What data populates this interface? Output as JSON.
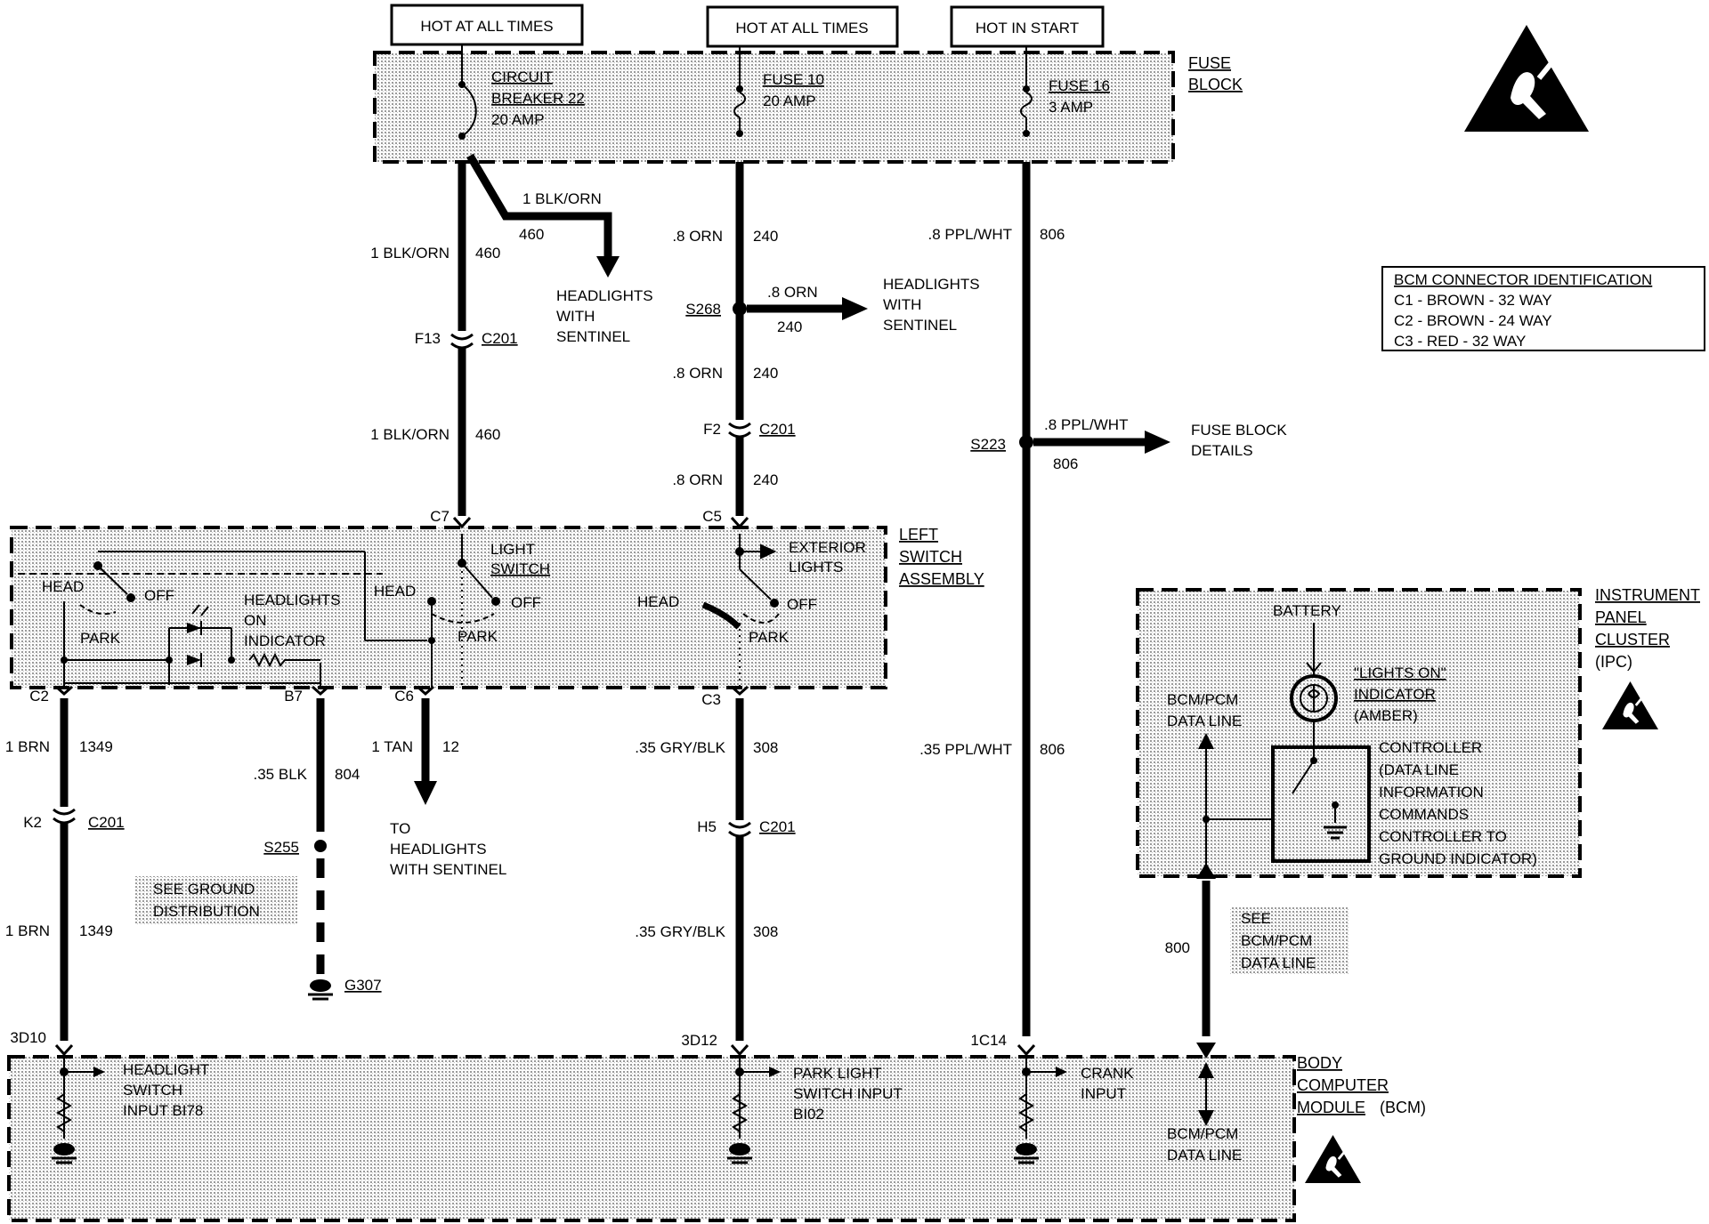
{
  "power_sources": [
    {
      "id": "hot1",
      "text": "HOT AT ALL TIMES"
    },
    {
      "id": "hot2",
      "text": "HOT AT ALL TIMES"
    },
    {
      "id": "start",
      "text": "HOT IN START"
    }
  ],
  "fuse_block": {
    "title_1": "FUSE",
    "title_2": "BLOCK",
    "cb22": [
      "CIRCUIT",
      "BREAKER 22",
      "20 AMP"
    ],
    "fuse10": [
      "FUSE 10",
      "20 AMP"
    ],
    "fuse16": [
      "FUSE 16",
      "3 AMP"
    ]
  },
  "bcm_connector_id": {
    "title": "BCM CONNECTOR IDENTIFICATION",
    "rows": [
      "C1 - BROWN - 32 WAY",
      "C2 - BROWN - 24 WAY",
      "C3 - RED - 32 WAY"
    ]
  },
  "wires": {
    "w460_branch_wire": "1 BLK/ORN",
    "w460_branch_num": "460",
    "w460_a_wire": "1 BLK/ORN",
    "w460_a_num": "460",
    "w460_b_wire": "1 BLK/ORN",
    "w460_b_num": "460",
    "w240_a_wire": ".8 ORN",
    "w240_a_num": "240",
    "w240_branch_wire": ".8 ORN",
    "w240_branch_num": "240",
    "w240_b_wire": ".8 ORN",
    "w240_b_num": "240",
    "w240_c_wire": ".8 ORN",
    "w240_c_num": "240",
    "w806_a_wire": ".8 PPL/WHT",
    "w806_a_num": "806",
    "w806_branch_wire": ".8 PPL/WHT",
    "w806_branch_num": "806",
    "w806_b_wire": ".35 PPL/WHT",
    "w806_b_num": "806",
    "w1349_a_wire": "1 BRN",
    "w1349_a_num": "1349",
    "w1349_b_wire": "1 BRN",
    "w1349_b_num": "1349",
    "w804_wire": ".35 BLK",
    "w804_num": "804",
    "w12_wire": "1 TAN",
    "w12_num": "12",
    "w308_a_wire": ".35 GRY/BLK",
    "w308_a_num": "308",
    "w308_b_wire": ".35 GRY/BLK",
    "w308_b_num": "308",
    "w800_num": "800"
  },
  "destinations": {
    "headlights_sentinel_1": [
      "HEADLIGHTS",
      "WITH",
      "SENTINEL"
    ],
    "headlights_sentinel_2": [
      "HEADLIGHTS",
      "WITH",
      "SENTINEL"
    ],
    "fuse_block_details": [
      "FUSE BLOCK",
      "DETAILS"
    ],
    "to_headlights": [
      "TO",
      "HEADLIGHTS",
      "WITH SENTINEL"
    ],
    "see_ground": [
      "SEE GROUND",
      "DISTRIBUTION"
    ],
    "see_bcm": [
      "SEE",
      "BCM/PCM",
      "DATA LINE"
    ]
  },
  "splices": {
    "s268": "S268",
    "s223": "S223",
    "s255": "S255",
    "g307": "G307"
  },
  "connectors": {
    "f13": "F13",
    "c201_a": "C201",
    "f2": "F2",
    "c201_b": "C201",
    "k2": "K2",
    "c201_c": "C201",
    "h5": "H5",
    "c201_d": "C201",
    "c7": "C7",
    "c5": "C5",
    "c2": "C2",
    "b7": "B7",
    "c6": "C6",
    "c3": "C3",
    "p3d10": "3D10",
    "p3d12": "3D12",
    "p1c14": "1C14"
  },
  "left_switch": {
    "title": [
      "LEFT",
      "SWITCH",
      "ASSEMBLY"
    ],
    "light_switch": [
      "LIGHT",
      "SWITCH"
    ],
    "exterior_lights": [
      "EXTERIOR",
      "LIGHTS"
    ],
    "head": "HEAD",
    "off": "OFF",
    "park": "PARK",
    "indicator": [
      "HEADLIGHTS",
      "ON",
      "INDICATOR"
    ]
  },
  "ipc": {
    "title": [
      "INSTRUMENT",
      "PANEL",
      "CLUSTER",
      "(IPC)"
    ],
    "battery": "BATTERY",
    "lights_on": [
      "\"LIGHTS ON\"",
      "INDICATOR",
      "(AMBER)"
    ],
    "data_line": [
      "BCM/PCM",
      "DATA LINE"
    ],
    "controller": [
      "CONTROLLER",
      "(DATA LINE",
      "INFORMATION",
      "COMMANDS",
      "CONTROLLER TO",
      "GROUND INDICATOR)"
    ]
  },
  "bcm": {
    "title_1": "BODY",
    "title_2": "COMPUTER",
    "title_3": "MODULE",
    "title_abbr": "(BCM)",
    "headlight_input": [
      "HEADLIGHT",
      "SWITCH",
      "INPUT BI78"
    ],
    "park_input": [
      "PARK LIGHT",
      "SWITCH INPUT",
      "BI02"
    ],
    "crank_input": [
      "CRANK",
      "INPUT"
    ],
    "data_line": [
      "BCM/PCM",
      "DATA LINE"
    ]
  },
  "icons": [
    "esd-warning-icon",
    "ground-icon",
    "lamp-icon",
    "diode-icon",
    "resistor-icon",
    "fuse-icon",
    "circuit-breaker-icon"
  ]
}
